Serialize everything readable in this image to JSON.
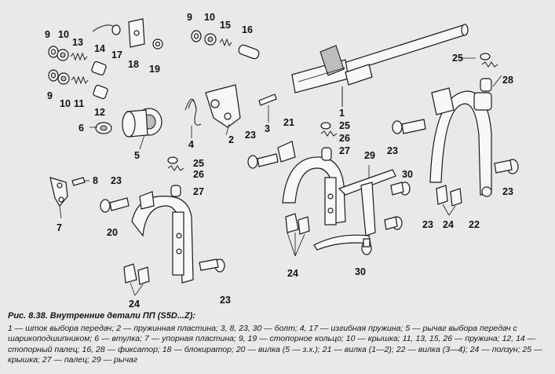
{
  "figure": {
    "labels": {
      "l1": "1",
      "l2": "2",
      "l3": "3",
      "l4": "4",
      "l5": "5",
      "l6": "6",
      "l7": "7",
      "l8": "8",
      "l9a": "9",
      "l9b": "9",
      "l10a": "10",
      "l10b": "10",
      "l10c": "10",
      "l11": "11",
      "l12": "12",
      "l13": "13",
      "l14": "14",
      "l15": "15",
      "l16": "16",
      "l17": "17",
      "l18": "18",
      "l19": "19",
      "l20a": "20",
      "l20b": "20",
      "l21a": "21",
      "l21b": "21",
      "l22": "22",
      "l23a": "23",
      "l23b": "23",
      "l23c": "23",
      "l23d": "23",
      "l23e": "23",
      "l23f": "23",
      "l23g": "23",
      "l24a": "24",
      "l24b": "24",
      "l24c": "24",
      "l24d": "24",
      "l25a": "25",
      "l25b": "25",
      "l25c": "25",
      "l26a": "26",
      "l26b": "26",
      "l27a": "27",
      "l27b": "27",
      "l28": "28",
      "l29": "29",
      "l30a": "30",
      "l30b": "30"
    }
  },
  "caption": {
    "title": "Рис. 8.38. Внутренние детали ПП (S5D...Z):",
    "body": "1 — шток выбора передач; 2 — пружинная пластина; 3, 8, 23, 30 — болт; 4, 17 — изгибная пружина; 5 — рычаг выбора передач с шарикоподшипником; 6 — втулка; 7 — упорная пластина; 9, 19 — стопорное кольцо; 10 — крышка; 11, 13, 15, 26 — пружина; 12, 14 — стопорный палец; 16, 28 — фиксатор; 18 — блокиратор; 20 — вилка (5 — з.х.); 21 — вилка (1—2); 22 — вилка (3—4); 24 — ползун; 25 — крышка; 27 — палец; 29 — рычаг"
  }
}
